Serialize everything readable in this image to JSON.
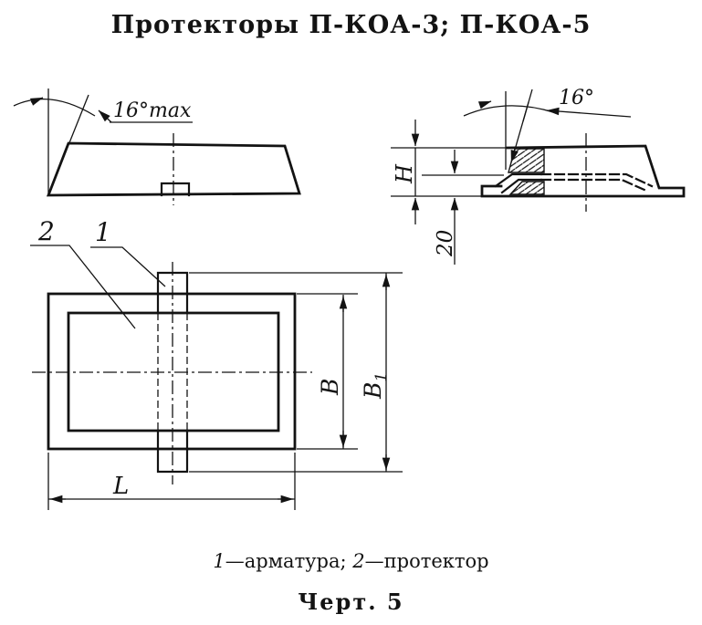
{
  "title": "Протекторы П-КОА-3; П-КОА-5",
  "side_view": {
    "angle_label": "16°max"
  },
  "section_view": {
    "angle_label": "16°",
    "height_label": "H",
    "offset_label": "20"
  },
  "plan_view": {
    "callout_armature": "1",
    "callout_protector": "2",
    "width_label": "B",
    "width1_main": "B",
    "width1_sub": "1",
    "length_label": "L"
  },
  "legend": {
    "item1_num": "1",
    "item1_text": "—арматура; ",
    "item2_num": "2",
    "item2_text": "—протектор"
  },
  "caption": "Черт. 5",
  "colors": {
    "ink": "#131313",
    "paper": "#ffffff"
  }
}
